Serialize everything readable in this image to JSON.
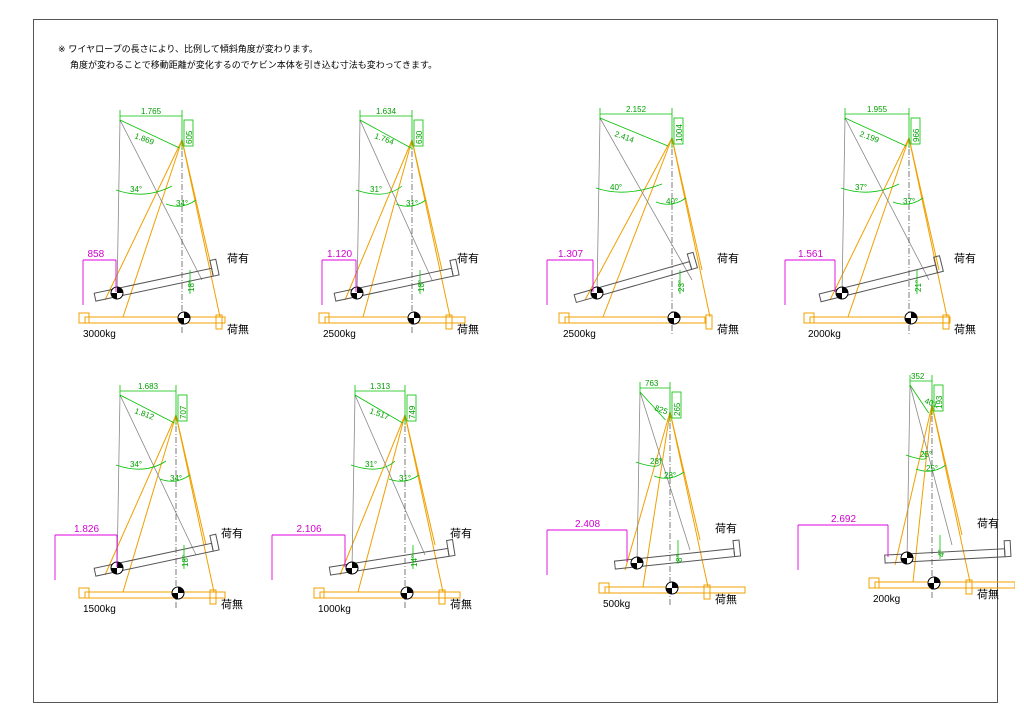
{
  "notes": {
    "line1": "※ ワイヤロープの長さにより、比例して傾斜角度が変わります。",
    "line2": "角度が変わることで移動距離が変化するのでケビン本体を引き込む寸法も変わってきます。"
  },
  "labels": {
    "loaded": "荷有",
    "unloaded": "荷無"
  },
  "colors": {
    "crane": "#f0a000",
    "dimension_green": "#00c000",
    "dimension_magenta": "#e000e0",
    "boom": "#555555"
  },
  "panels": [
    {
      "weight": "3000kg",
      "top_span": "1.765",
      "diag": "1.869",
      "vert": "605",
      "angle_left": "34°",
      "angle_right": "34°",
      "pull": "858",
      "tilt": "18°"
    },
    {
      "weight": "2500kg",
      "top_span": "1.634",
      "diag": "1.764",
      "vert": "630",
      "angle_left": "31°",
      "angle_right": "31°",
      "pull": "1.120",
      "tilt": "18°"
    },
    {
      "weight": "2500kg",
      "top_span": "2.152",
      "diag": "2.414",
      "vert": "1004",
      "angle_left": "40°",
      "angle_right": "40°",
      "pull": "1.307",
      "tilt": "23°"
    },
    {
      "weight": "2000kg",
      "top_span": "1.955",
      "diag": "2.199",
      "vert": "966",
      "angle_left": "37°",
      "angle_right": "37°",
      "pull": "1.561",
      "tilt": "21°"
    },
    {
      "weight": "1500kg",
      "top_span": "1.683",
      "diag": "1.812",
      "vert": "707",
      "angle_left": "34°",
      "angle_right": "34°",
      "pull": "1.826",
      "tilt": "18°"
    },
    {
      "weight": "1000kg",
      "top_span": "1.313",
      "diag": "1.517",
      "vert": "749",
      "angle_left": "31°",
      "angle_right": "31°",
      "pull": "2.106",
      "tilt": "14°"
    },
    {
      "weight": "500kg",
      "top_span": "763",
      "diag": "825",
      "vert": "265",
      "angle_left": "28°",
      "angle_right": "28°",
      "pull": "2.408",
      "tilt": "8°"
    },
    {
      "weight": "200kg",
      "top_span": "352",
      "diag": "401",
      "vert": "193",
      "angle_left": "25°",
      "angle_right": "25°",
      "pull": "2.692",
      "tilt": "4°"
    }
  ]
}
